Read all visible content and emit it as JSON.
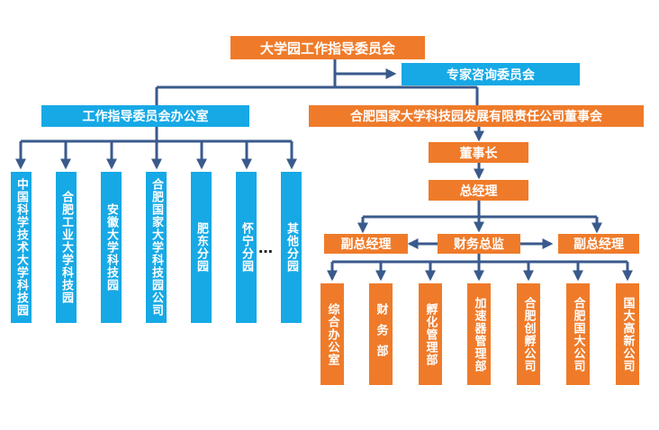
{
  "top": "大学园工作指导委员会",
  "expert": "专家咨询委员会",
  "office": "工作指导委员会办公室",
  "board": "合肥国家大学科技园发展有限责任公司董事会",
  "chairman": "董事长",
  "gm": "总经理",
  "vp_left": "副总经理",
  "cfo": "财务总监",
  "vp_right": "副总经理",
  "ellipsis": "…",
  "blue_items": [
    "中国科学技术大学科技园",
    "合肥工业大学科技园",
    "安徽大学科技园",
    "合肥国家大学科技园公司",
    "肥东分园",
    "怀宁分园",
    "其他分园"
  ],
  "orange_items": [
    "综合办公室",
    "财务部",
    "孵化管理部",
    "加速器管理部",
    "合肥创孵公司",
    "合肥国大公司",
    "国大高新公司"
  ],
  "colors": {
    "orange": "#EF7B2A",
    "blue": "#16A9E6",
    "connector": "#3A5A8C"
  }
}
